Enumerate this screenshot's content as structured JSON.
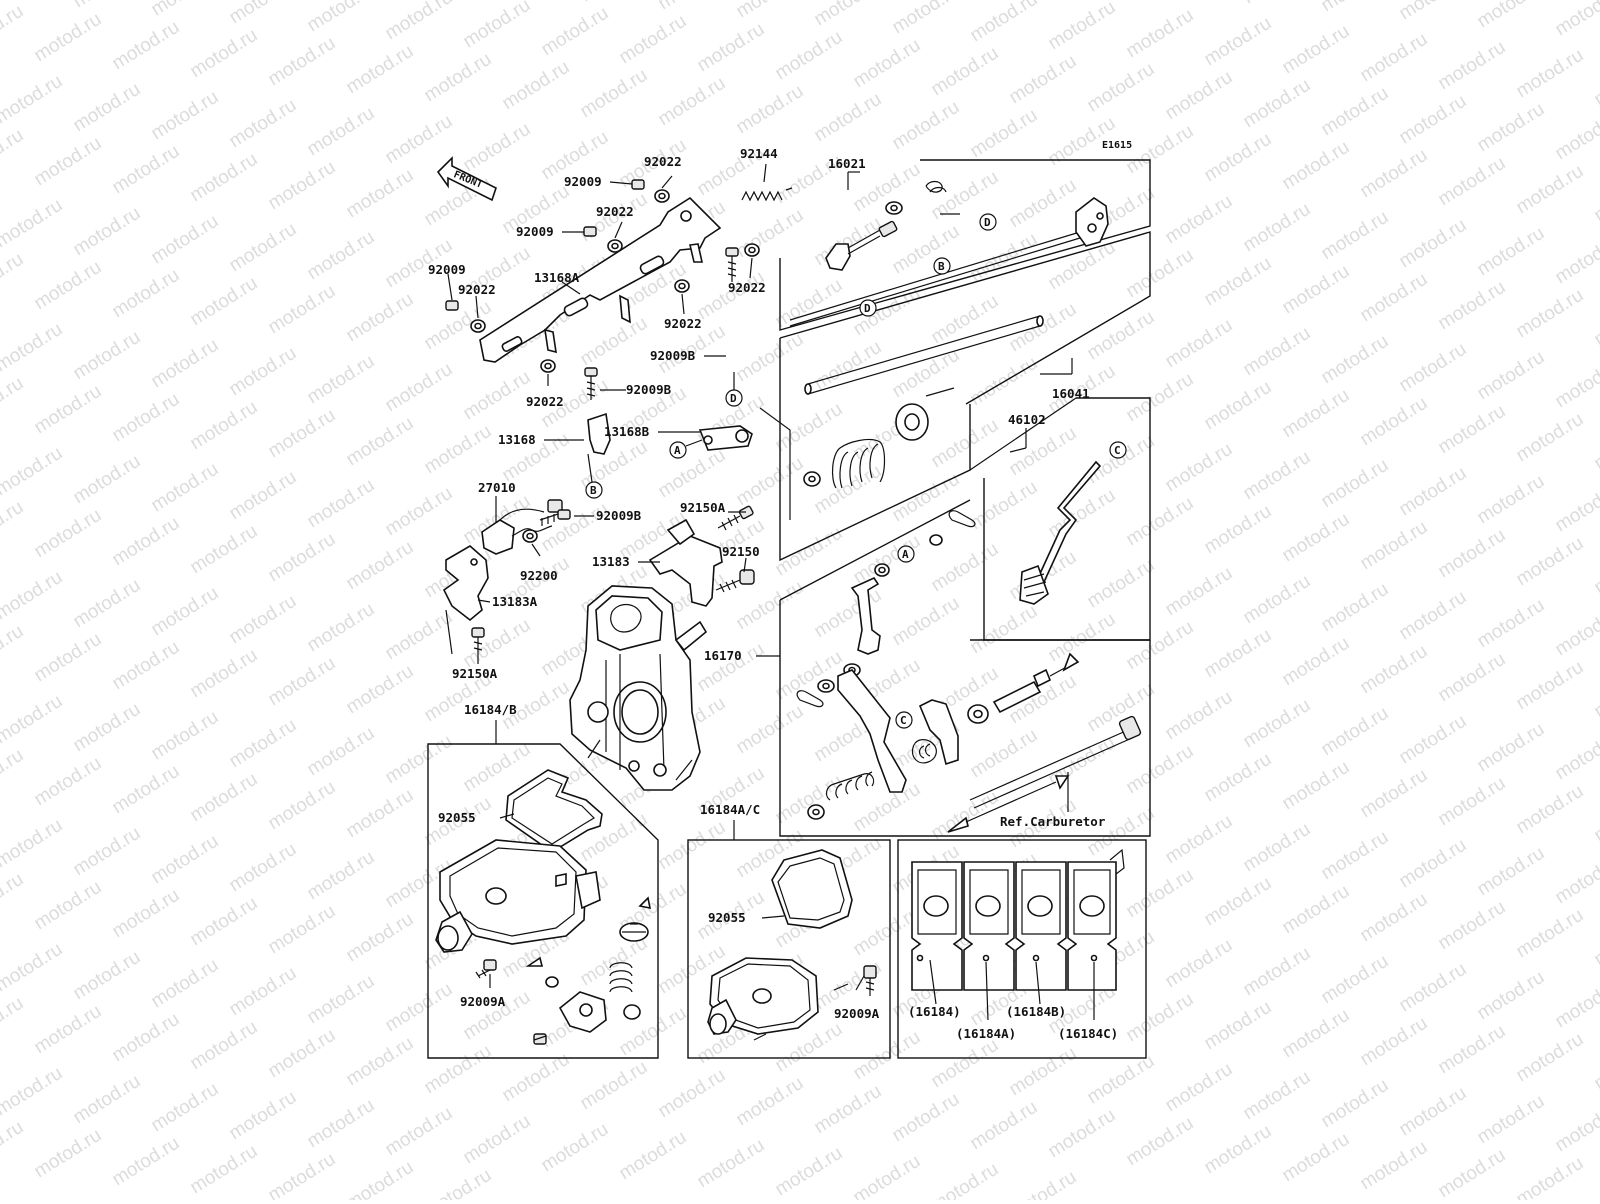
{
  "watermark": "motod.ru",
  "diagram_code": "E1615",
  "front_label": "FRONT",
  "labels": {
    "p92022_a": "92022",
    "p92009_a": "92009",
    "p92022_b": "92022",
    "p92009_b": "92009",
    "p92009_c": "92009",
    "p92022_c": "92022",
    "p13168A": "13168A",
    "p92022_d": "92022",
    "p92022_e": "92022",
    "p92022_f": "92022",
    "p92144": "92144",
    "p16021": "16021",
    "p92009B_a": "92009B",
    "p92009B_b": "92009B",
    "p13168B": "13168B",
    "p13168": "13168",
    "p16041": "16041",
    "p46102": "46102",
    "p27010": "27010",
    "p92009B_c": "92009B",
    "p92200": "92200",
    "p92150A_a": "92150A",
    "p13183": "13183",
    "p92150": "92150",
    "p13183A": "13183A",
    "p92150A_b": "92150A",
    "p16170": "16170",
    "p16184B": "16184/B",
    "p92055_a": "92055",
    "p92009A_a": "92009A",
    "p16184AC": "16184A/C",
    "p92055_b": "92055",
    "p92009A_b": "92009A",
    "ref_carb": "Ref.Carburetor",
    "v16184": "(16184)",
    "v16184A": "(16184A)",
    "v16184B": "(16184B)",
    "v16184C": "(16184C)"
  },
  "refs": {
    "A": "A",
    "B": "B",
    "C": "C",
    "D": "D"
  }
}
